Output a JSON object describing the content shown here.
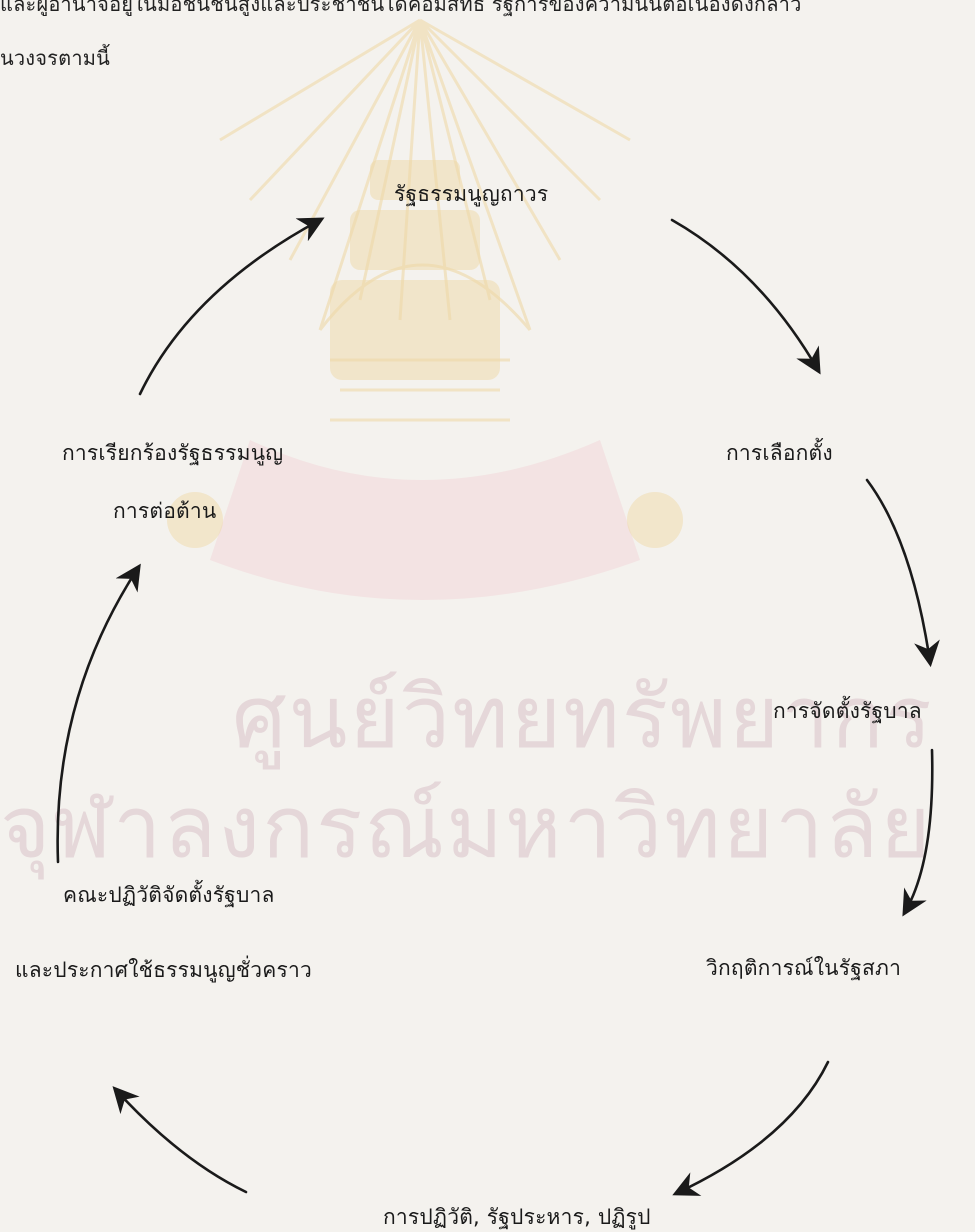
{
  "header": {
    "line1": "และผู้อำนาจอยู่ในมือชนชั้นสูงและประชาชนได้คือมีสิทธิ์ รัฐการของความนั้นต่อเนื่องดังกล่าว",
    "line2": "นวงจรตามนี้"
  },
  "watermark": {
    "line1": "ศูนย์วิทยทรัพยากร",
    "line2": "จุฬาลงกรณ์มหาวิทยาลัย",
    "color": "#d9c2c8",
    "emblem_color": "#efd9a8"
  },
  "cycle": {
    "nodes": [
      {
        "id": "permanent-constitution",
        "label": "รัฐธรรมนูญถาวร"
      },
      {
        "id": "election",
        "label": "การเลือกตั้ง"
      },
      {
        "id": "government-formation",
        "label": "การจัดตั้งรัฐบาล"
      },
      {
        "id": "parliament-crisis",
        "label": "วิกฤติการณ์ในรัฐสภา"
      },
      {
        "id": "revolution",
        "label": "การปฏิวัติ, รัฐประหาร, ปฏิรูป"
      },
      {
        "id": "revolutionary-council-line1",
        "label": "คณะปฏิวัติจัดตั้งรัฐบาล"
      },
      {
        "id": "revolutionary-council-line2",
        "label": "และประกาศใช้ธรรมนูญชั่วคราว"
      },
      {
        "id": "demand-constitution",
        "label": "การเรียกร้องรัฐธรรมนูญ"
      },
      {
        "id": "opposition",
        "label": "การต่อต้าน"
      }
    ],
    "arrow_color": "#1a1a1a"
  }
}
